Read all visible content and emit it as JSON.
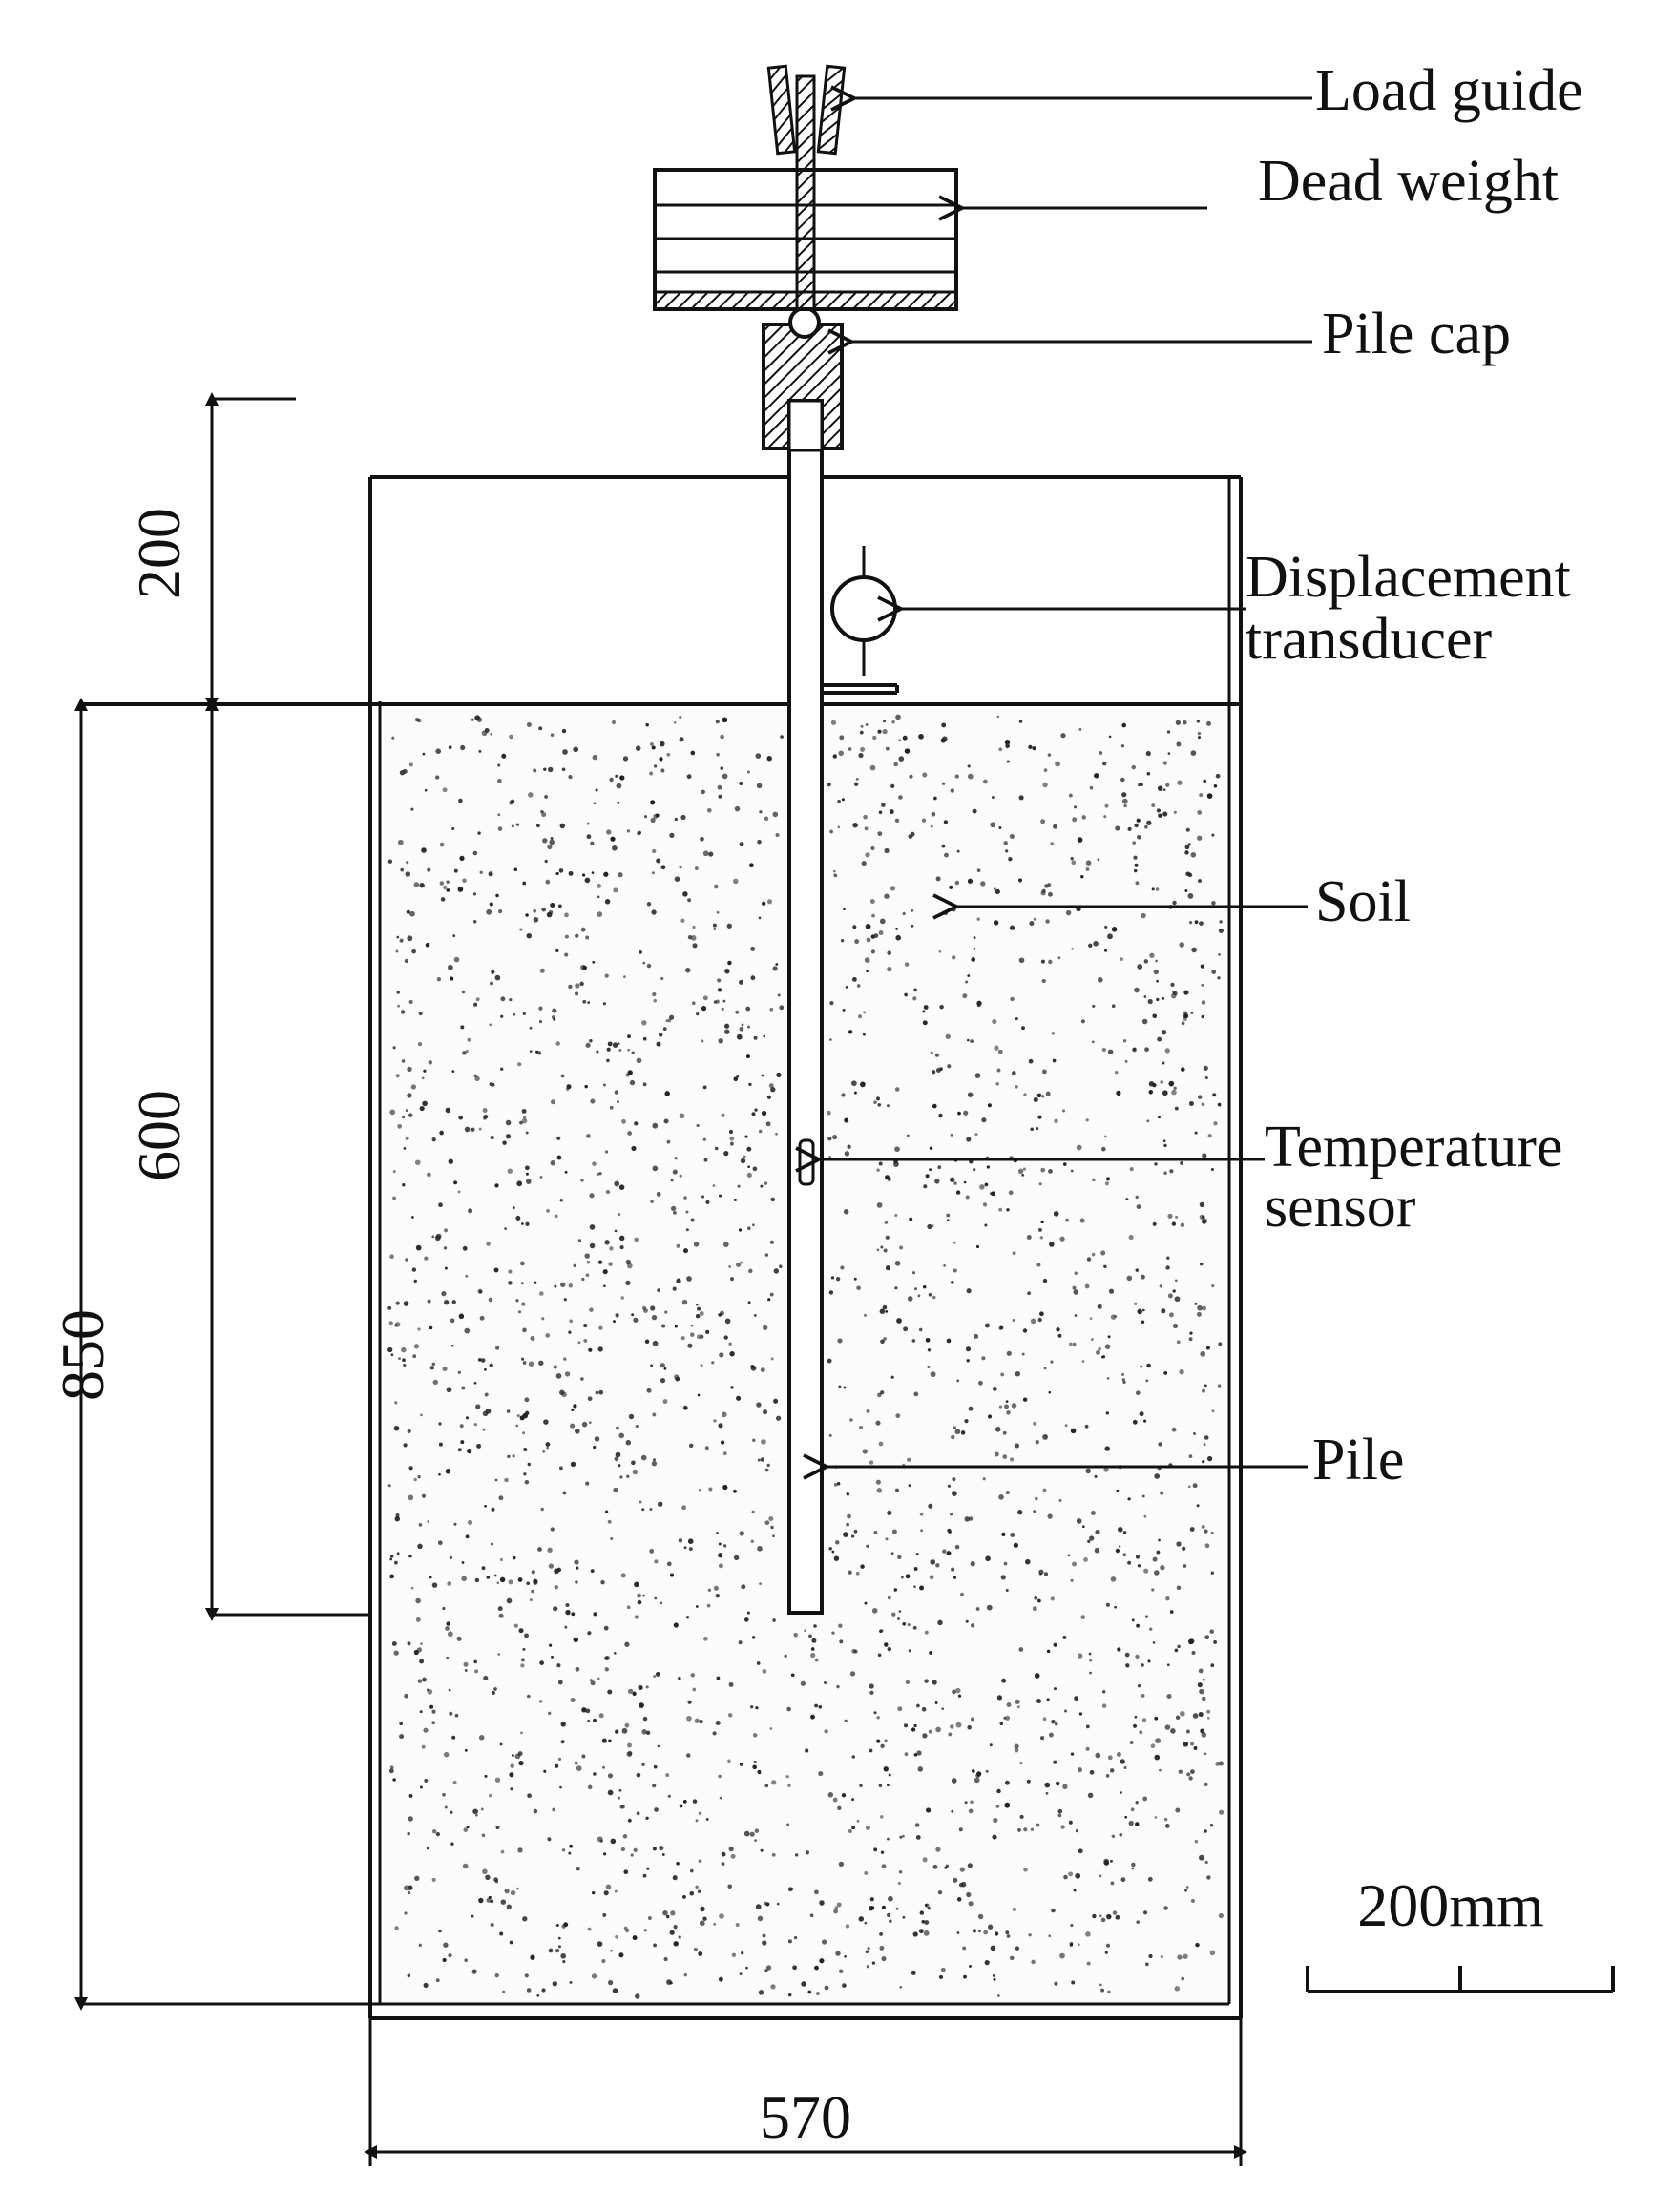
{
  "labels": {
    "load_guide": "Load guide",
    "dead_weight": "Dead weight",
    "pile_cap": "Pile cap",
    "displacement_transducer_line1": "Displacement",
    "displacement_transducer_line2": "transducer",
    "soil": "Soil",
    "temperature_sensor_line1": "Temperature",
    "temperature_sensor_line2": "sensor",
    "pile": "Pile"
  },
  "dimensions": {
    "top_gap": "200",
    "embed_length": "600",
    "soil_depth": "850",
    "tank_width": "570"
  },
  "scale_bar": {
    "label": "200mm"
  },
  "colors": {
    "line": "#111111",
    "soil_dot": "#222222",
    "background": "#ffffff"
  }
}
